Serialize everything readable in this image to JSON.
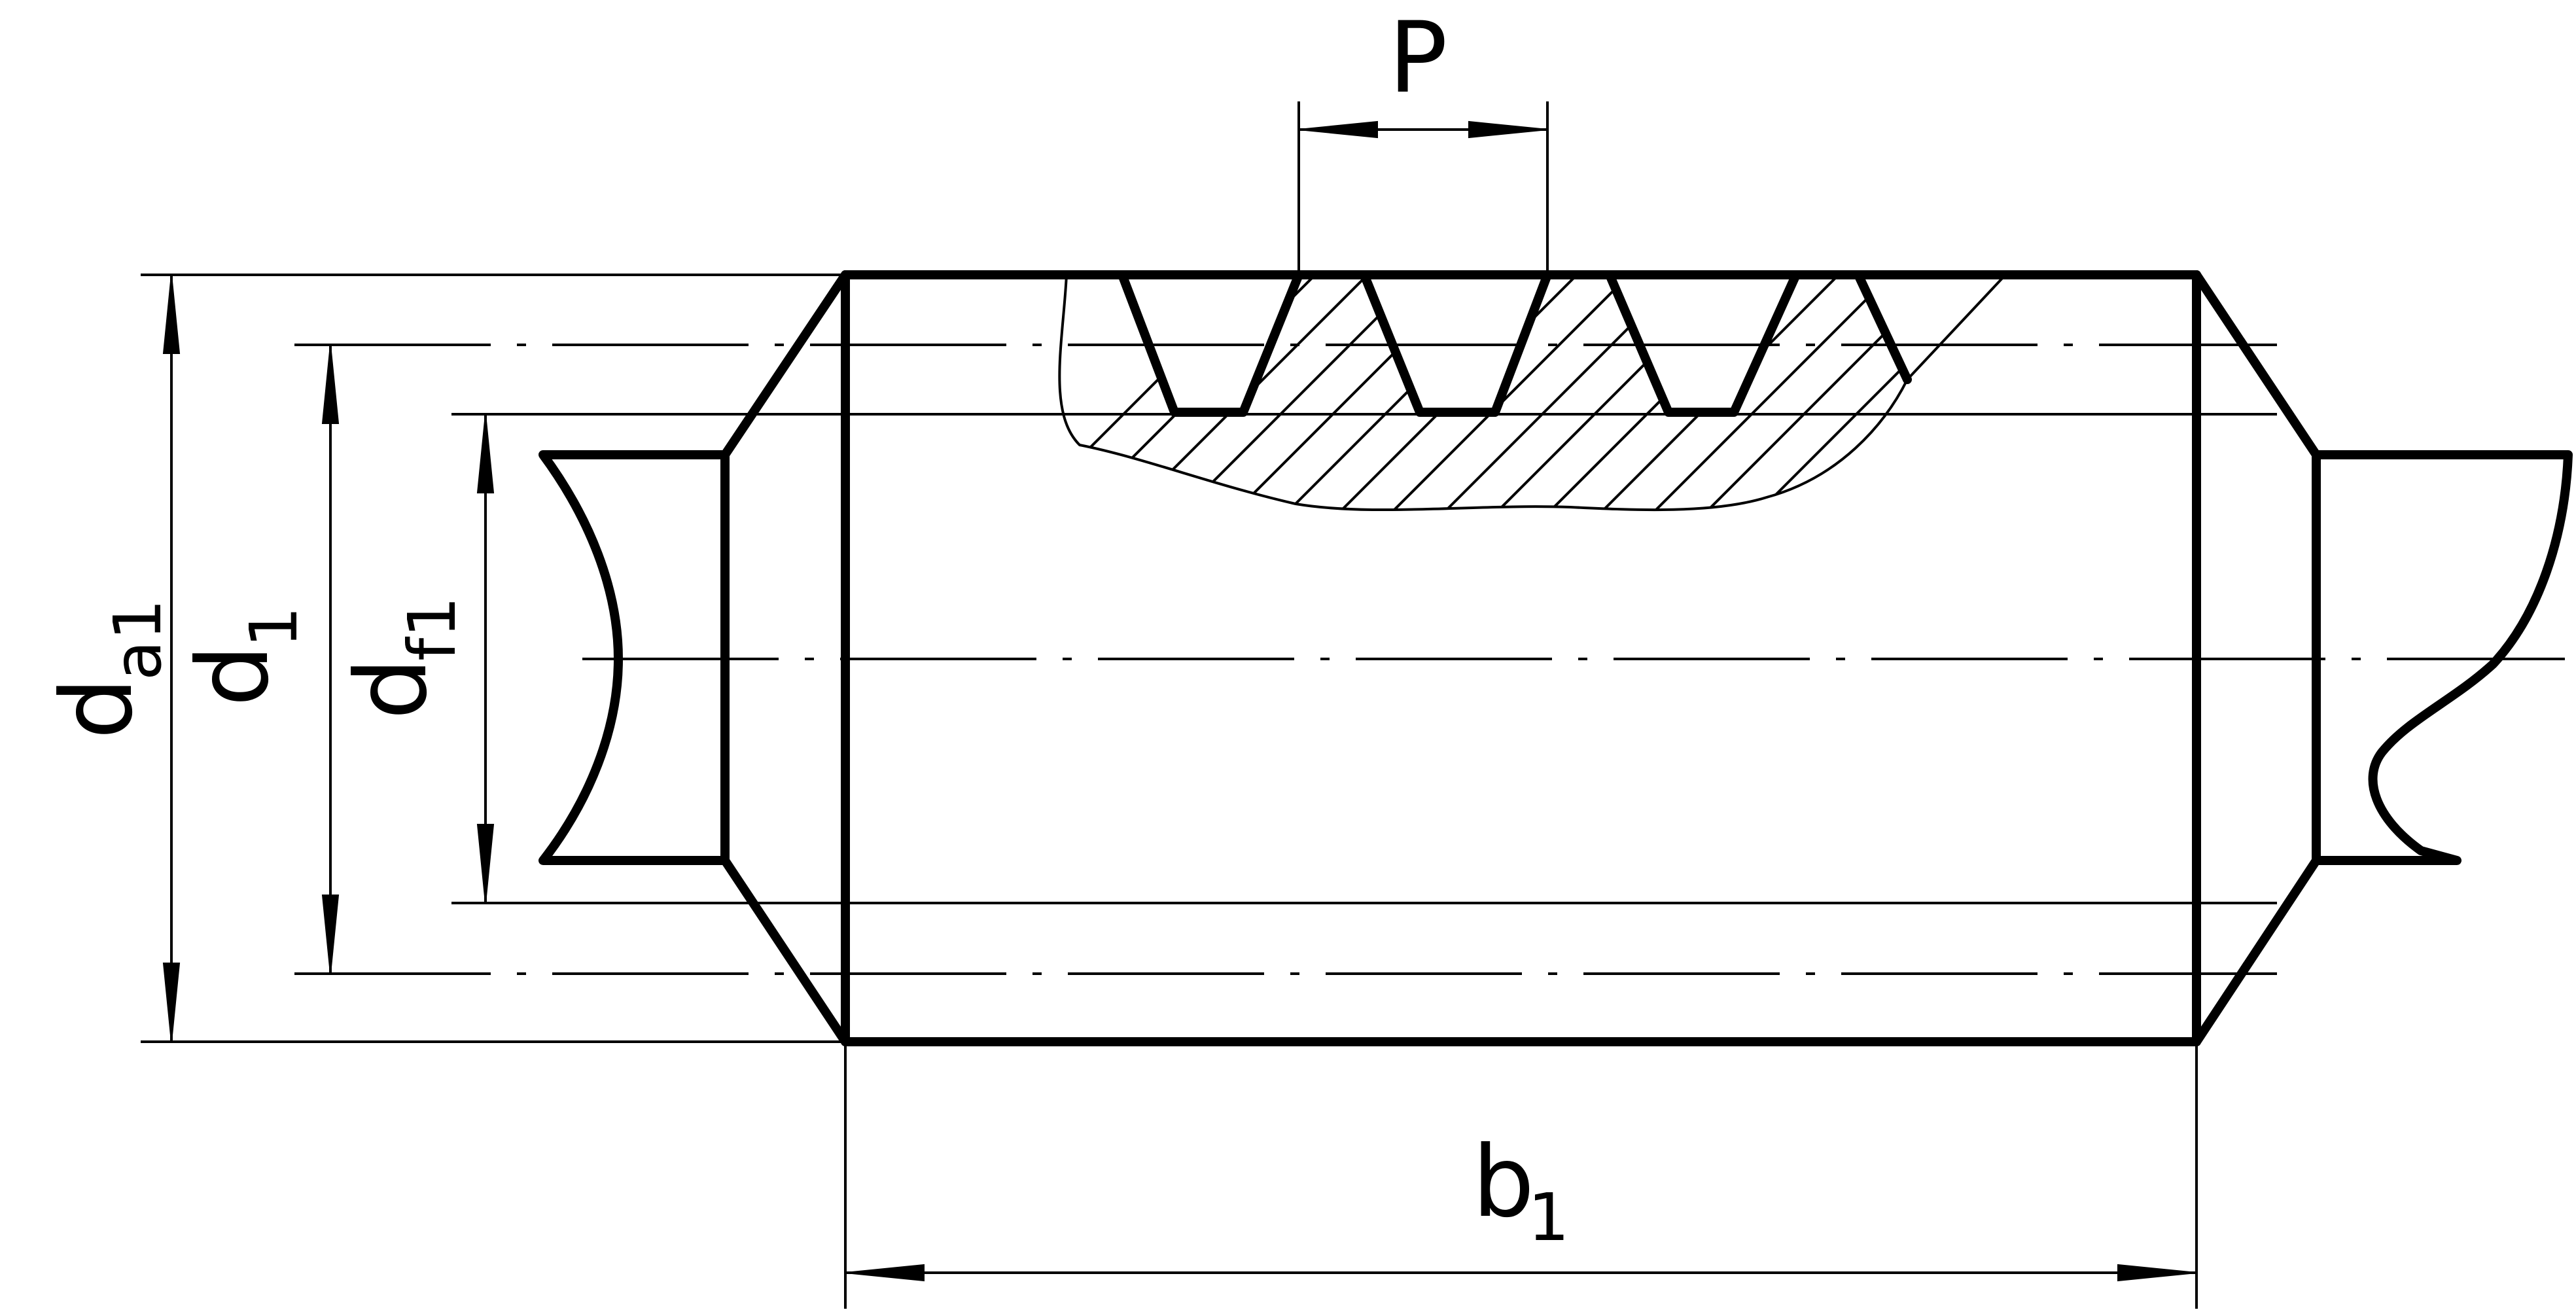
{
  "labels": {
    "pitch": "P",
    "width_main": "b",
    "width_sub": "1",
    "da_main": "d",
    "da_sub": "a1",
    "d1_main": "d",
    "d1_sub": "1",
    "df_main": "d",
    "df_sub": "f1"
  }
}
